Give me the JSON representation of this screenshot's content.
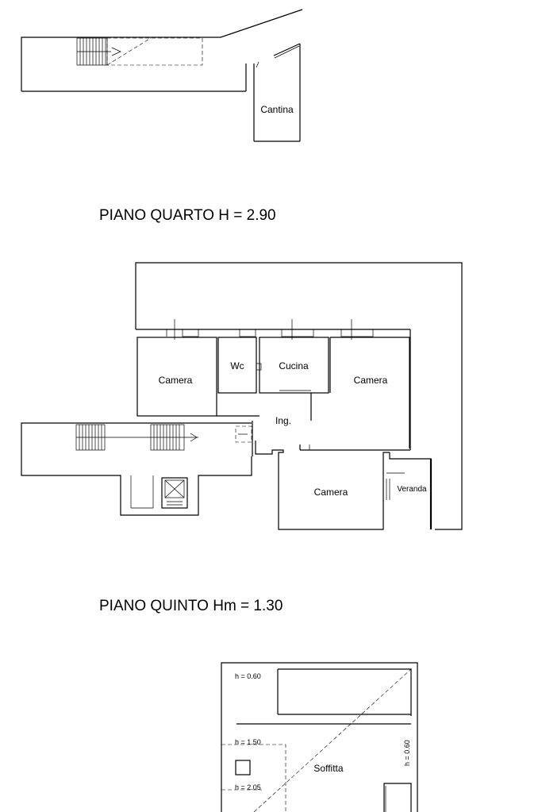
{
  "titles": {
    "fourth_floor": "PIANO QUARTO H = 2.90",
    "fifth_floor": "PIANO QUINTO Hm = 1.30"
  },
  "rooms": {
    "cantina": "Cantina",
    "camera_left": "Camera",
    "wc": "Wc",
    "cucina": "Cucina",
    "camera_right": "Camera",
    "ingresso": "Ing.",
    "camera_bottom": "Camera",
    "veranda": "Veranda",
    "soffitta": "Soffitta"
  },
  "heights": {
    "h1": "h = 0.60",
    "h2": "h = 1.50",
    "h3": "h = 2.05",
    "h4": "h = 0.60"
  }
}
